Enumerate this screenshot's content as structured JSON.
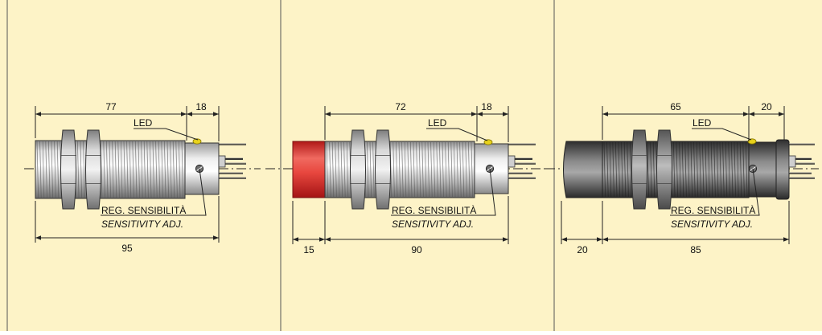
{
  "colors": {
    "background": "#fdf3c7",
    "divider": "#555555",
    "dimension_line": "#222222",
    "metal_light": "#e6e6e6",
    "metal_mid": "#b4b4b4",
    "metal_dark": "#6c6c6c",
    "dark_body": "#4a4a4a",
    "red_cap": "#d9302e",
    "led": "#e8d21a"
  },
  "sensors": [
    {
      "dim_top_body": "77",
      "dim_top_head": "18",
      "led_label": "LED",
      "adj_label_it": "REG. SENSIBILITÀ",
      "adj_label_en": "SENSITIVITY ADJ.",
      "dim_bottom_total": "95"
    },
    {
      "dim_top_body": "72",
      "dim_top_head": "18",
      "led_label": "LED",
      "adj_label_it": "REG. SENSIBILITÀ",
      "adj_label_en": "SENSITIVITY ADJ.",
      "dim_bottom_cap": "15",
      "dim_bottom_total": "90"
    },
    {
      "dim_top_body": "65",
      "dim_top_head": "20",
      "led_label": "LED",
      "adj_label_it": "REG. SENSIBILITÀ",
      "adj_label_en": "SENSITIVITY ADJ.",
      "dim_bottom_cap": "20",
      "dim_bottom_total": "85"
    }
  ]
}
